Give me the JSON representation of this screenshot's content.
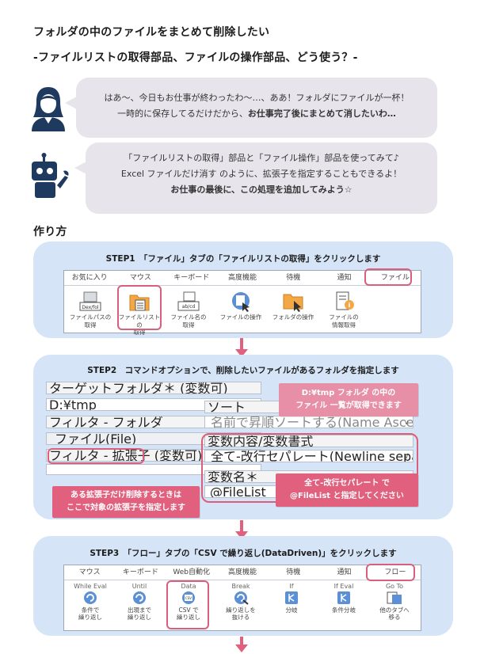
{
  "header": {
    "title_line1": "フォルダの中のファイルをまとめて削除したい",
    "title_line2": "-ファイルリストの取得部品、ファイルの操作部品、どう使う？-"
  },
  "dialogue": {
    "user_line1": "はあ～、今日もお仕事が終わったわ～…、ああ！フォルダにファイルが一杯！",
    "user_line2_a": "一時的に保存してるだけだから、",
    "user_line2_b": "お仕事完了後にまとめて消したいわ…",
    "robot_line1": "「ファイルリストの取得」部品と「ファイル操作」部品を使ってみて♪",
    "robot_line2_a": "Excel ファイルだけ消す",
    "robot_line2_b": " のように、拡張子を指定することもできるよ！",
    "robot_line3": "お仕事の最後に、この処理を追加してみよう☆"
  },
  "howto_heading": "作り方",
  "step1": {
    "title": "STEP1　「ファイル」タブの「ファイルリストの取得」をクリックします",
    "tabs": [
      "お気に入り",
      "マウス",
      "キーボード",
      "高度機能",
      "待機",
      "通知",
      "ファイル"
    ],
    "items": [
      {
        "icon": "file-path-icon",
        "label1": "ファイルパスの",
        "label2": "取得"
      },
      {
        "icon": "file-list-icon",
        "label1": "ファイルリストの",
        "label2": "取得"
      },
      {
        "icon": "file-name-icon",
        "label1": "ファイル名の",
        "label2": "取得"
      },
      {
        "icon": "file-operation-icon",
        "label1": "ファイルの操作",
        "label2": ""
      },
      {
        "icon": "folder-operation-icon",
        "label1": "フォルダの操作",
        "label2": ""
      },
      {
        "icon": "file-info-icon",
        "label1": "ファイルの",
        "label2": "情報取得"
      }
    ]
  },
  "step2": {
    "title": "STEP2　コマンドオプションで、削除したいファイルがあるフォルダを指定します",
    "target_folder_label": "ターゲットフォルダ＊ (変数可)",
    "target_folder_value": "D:¥tmp",
    "filter_folder": "フィルタ - フォルダ",
    "file_label": "ファイル(File)",
    "filter_ext": "フィルタ - 拡張子 (変数可)",
    "sort_label": "ソート",
    "sort_value": "名前で昇順ソートする(Name Ascending)",
    "var_format_label": "変数内容/変数書式",
    "var_format_value": "全て-改行セパレート(Newline separate)",
    "var_name_label": "変数名＊",
    "var_name_value": "@FileList",
    "callout_folder_l1": "D:¥tmp  フォルダ  の中の",
    "callout_folder_l2": "ファイル  一覧が取得できます",
    "callout_ext_l1": "ある拡張子だけ削除するときは",
    "callout_ext_l2": "ここで対象の拡張子を指定します",
    "callout_sep_l1": "全て-改行セパレート  で",
    "callout_sep_l2": "@FileList  と指定してください"
  },
  "step3": {
    "title": "STEP3　「フロー」タブの「CSV で繰り返し(DataDriven)」をクリックします",
    "tabs": [
      "マウス",
      "キーボード",
      "Web自動化",
      "高度機能",
      "待機",
      "通知",
      "フロー"
    ],
    "items": [
      {
        "icon": "while-eval-icon",
        "top": "While Eval",
        "label1": "条件で",
        "label2": "繰り返し"
      },
      {
        "icon": "until-icon",
        "top": "Until",
        "label1": "出現まで",
        "label2": "繰り返し"
      },
      {
        "icon": "csv-loop-icon",
        "top": "Data",
        "label1": "CSV で",
        "label2": "繰り返し"
      },
      {
        "icon": "break-icon",
        "top": "Break",
        "label1": "繰り返しを",
        "label2": "抜ける"
      },
      {
        "icon": "if-icon",
        "top": "If",
        "label1": "分岐",
        "label2": ""
      },
      {
        "icon": "if-eval-icon",
        "top": "If Eval",
        "label1": "条件分岐",
        "label2": ""
      },
      {
        "icon": "goto-icon",
        "top": "Go To",
        "label1": "他のタブへ",
        "label2": "移る"
      }
    ]
  },
  "colors": {
    "accent_pink": "#e0607e",
    "panel_blue": "#d5e4f7",
    "bubble_gray": "#e8e4ec",
    "navy": "#1f3a5f"
  }
}
